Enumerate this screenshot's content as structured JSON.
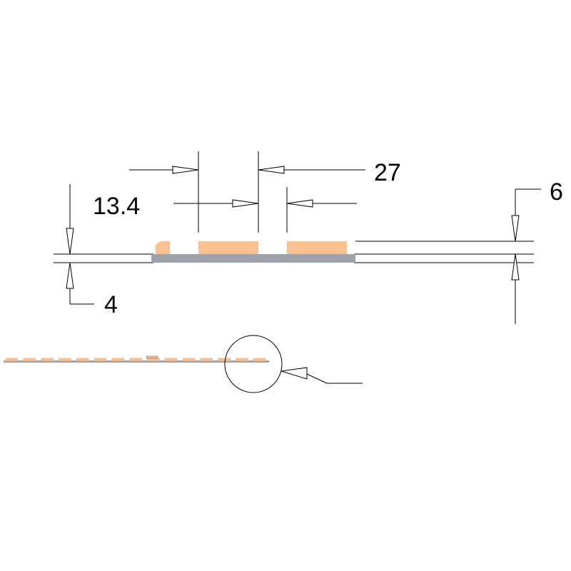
{
  "dimensions": {
    "pitch": "27",
    "led_width": "13.4",
    "pcb_thickness": "4",
    "total_height": "6"
  },
  "colors": {
    "led": "#FAC08F",
    "led_edge": "#D9A47A",
    "pcb": "#9EA3AB",
    "line": "#000000"
  },
  "overview": {
    "led_count": 15
  }
}
